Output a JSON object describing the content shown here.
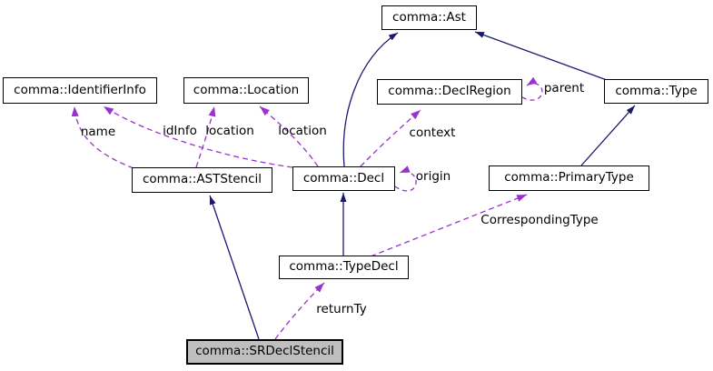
{
  "nodes": {
    "ast": {
      "label": "comma::Ast"
    },
    "identifier_info": {
      "label": "comma::IdentifierInfo"
    },
    "location": {
      "label": "comma::Location"
    },
    "decl_region": {
      "label": "comma::DeclRegion"
    },
    "type": {
      "label": "comma::Type"
    },
    "ast_stencil": {
      "label": "comma::ASTStencil"
    },
    "decl": {
      "label": "comma::Decl"
    },
    "primary_type": {
      "label": "comma::PrimaryType"
    },
    "type_decl": {
      "label": "comma::TypeDecl"
    },
    "sr_decl_stencil": {
      "label": "comma::SRDeclStencil"
    }
  },
  "edge_labels": {
    "name": "name",
    "id_info": "idInfo",
    "location_from_ast_stencil": "location",
    "location_from_decl": "location",
    "context": "context",
    "parent": "parent",
    "origin": "origin",
    "corresponding_type": "CorrespondingType",
    "return_ty": "returnTy"
  },
  "colors": {
    "inheritance_edge": "#191970",
    "usage_edge": "#9a32cd",
    "node_border": "#000000",
    "node_fill": "#ffffff",
    "highlighted_node_fill": "#bfbfbf",
    "background": "#ffffff"
  }
}
